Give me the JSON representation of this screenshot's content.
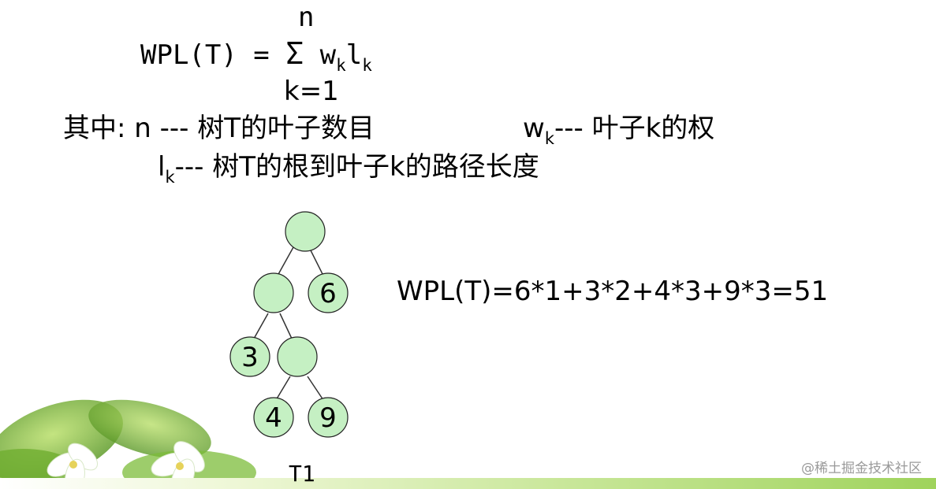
{
  "formula": {
    "upper_limit": "n",
    "lhs": "WPL(T) =",
    "sigma": "Σ",
    "w": "w",
    "w_sub": "k",
    "l": "l",
    "l_sub": "k",
    "lower_limit": "k=1"
  },
  "definitions": {
    "prefix": "其中: n --- 树T的叶子数目",
    "w": "w",
    "w_sub": "k",
    "w_text": "--- 叶子k的权",
    "l": "l",
    "l_sub": "k",
    "l_text": "--- 树T的根到叶子k的路径长度"
  },
  "tree": {
    "caption": "T1",
    "labels": {
      "n6": "6",
      "n3": "3",
      "n4": "4",
      "n9": "9"
    },
    "node_fill": "#c5f0c3",
    "node_stroke": "#222222"
  },
  "result": "WPL(T)=6*1+3*2+4*3+9*3=51",
  "watermark": "@稀土掘金技术社区"
}
